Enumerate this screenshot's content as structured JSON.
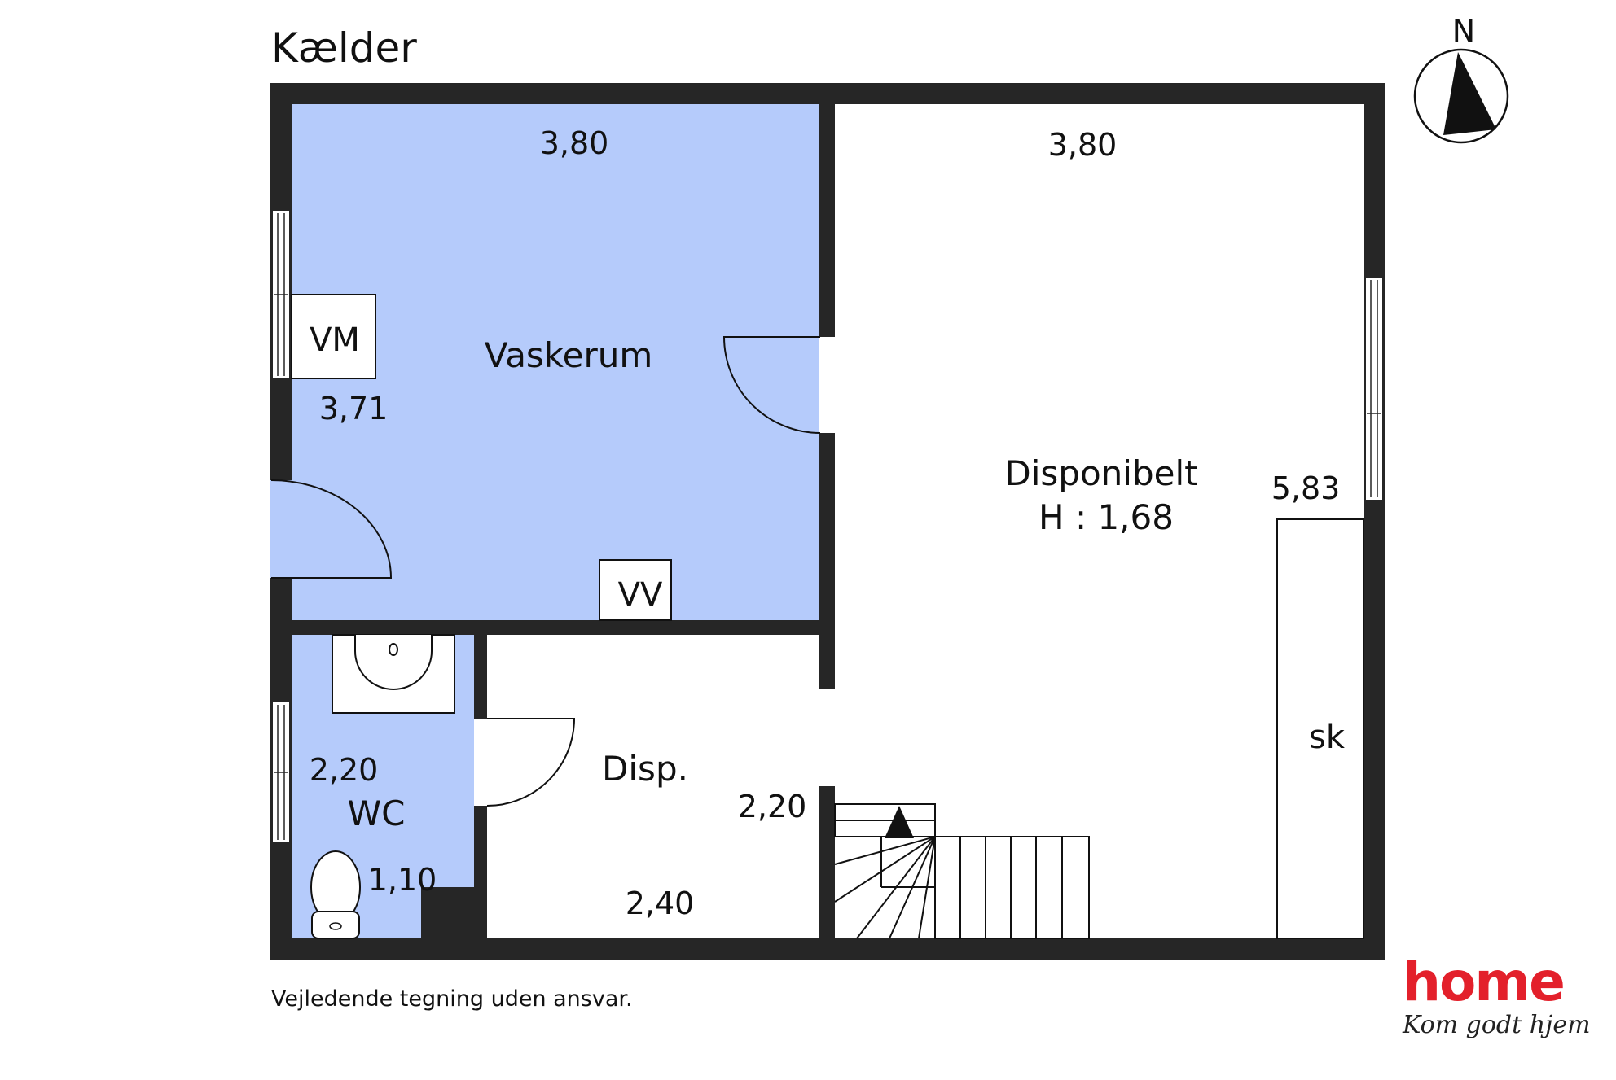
{
  "title": "Kælder",
  "north": "N",
  "rooms": {
    "vaskerum": "Vaskerum",
    "disponibelt": "Disponibelt",
    "height": "H : 1,68",
    "disp": "Disp.",
    "wc": "WC"
  },
  "fixtures": {
    "vm": "VM",
    "vv": "VV",
    "sk": "sk"
  },
  "dimensions": {
    "vaskerum_width": "3,80",
    "vaskerum_depth": "3,71",
    "disponibelt_width": "3,80",
    "disponibelt_depth": "5,83",
    "disp_depth": "2,20",
    "disp_width": "2,40",
    "wc_depth": "2,20",
    "wc_width": "1,10"
  },
  "disclaimer": "Vejledende tegning uden ansvar.",
  "logo": {
    "word": "home",
    "tagline": "Kom godt hjem"
  },
  "colors": {
    "room_fill": "#b5cbfb",
    "wall": "#262626",
    "brand": "#e3202b"
  }
}
